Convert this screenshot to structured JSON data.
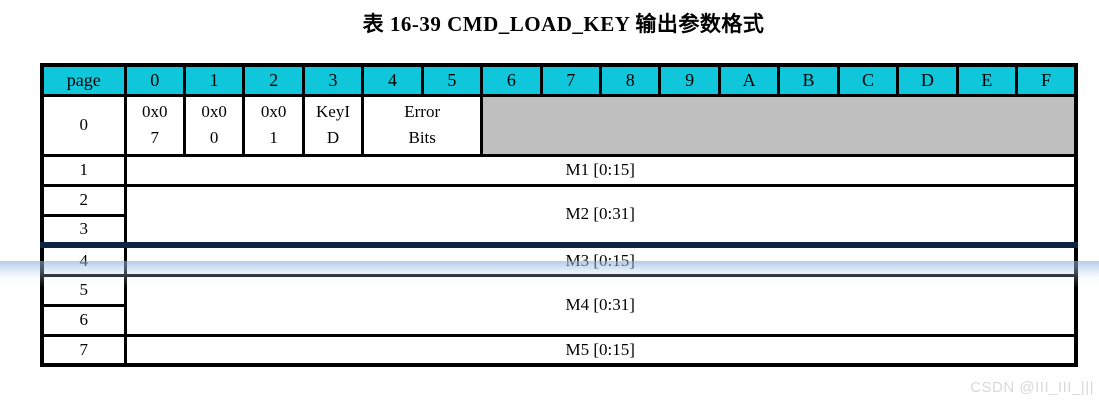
{
  "title": "表 16-39 CMD_LOAD_KEY 输出参数格式",
  "colors": {
    "header_bg": "#10c6da",
    "reserved_bg": "#bfbfbf",
    "border_color": "#000000",
    "break_line": "#0d2540",
    "watermark_color": "#d9d9d9"
  },
  "table": {
    "header_cells": [
      "page",
      "0",
      "1",
      "2",
      "3",
      "4",
      "5",
      "6",
      "7",
      "8",
      "9",
      "A",
      "B",
      "C",
      "D",
      "E",
      "F"
    ],
    "row0": {
      "page": "0",
      "byte0": {
        "line1": "0x0",
        "line2": "7"
      },
      "byte1": {
        "line1": "0x0",
        "line2": "0"
      },
      "byte2": {
        "line1": "0x0",
        "line2": "1"
      },
      "byte3": {
        "line1": "KeyI",
        "line2": "D"
      },
      "byte4_5": {
        "line1": "Error",
        "line2": "Bits"
      },
      "reserved": ""
    },
    "rows": [
      {
        "page": "1",
        "label": "M1 [0:15]"
      },
      {
        "page": "2",
        "page2": "3",
        "label": "M2 [0:31]"
      },
      {
        "page": "4",
        "label": "M3 [0:15]"
      },
      {
        "page": "5",
        "page2": "6",
        "label": "M4 [0:31]"
      },
      {
        "page": "7",
        "label": "M5 [0:15]"
      }
    ]
  },
  "watermark": "CSDN @III_III_|||"
}
